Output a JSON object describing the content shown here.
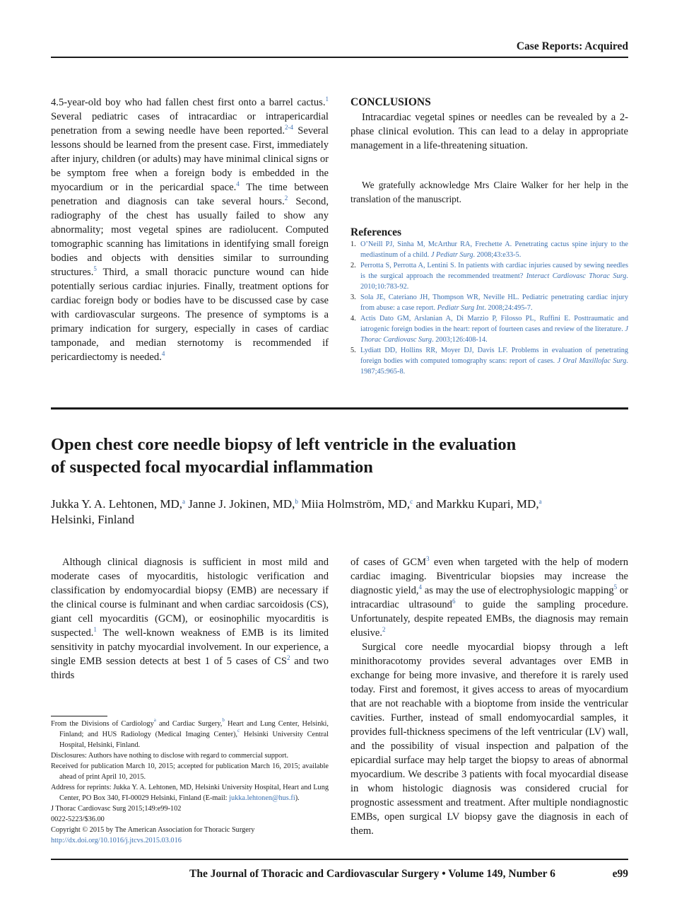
{
  "header": {
    "section": "Case Reports: Acquired"
  },
  "prev_article": {
    "left_column": [
      "4.5-year-old boy who had fallen chest first onto a barrel cactus.",
      " Several pediatric cases of intracardiac or intrapericardial penetration from a sewing needle have been reported.",
      " Several lessons should be learned from the present case. First, immediately after injury, children (or adults) may have minimal clinical signs or be symptom free when a foreign body is embedded in the myocardium or in the pericardial space.",
      " The time between penetration and diagnosis can take several hours.",
      " Second, radiography of the chest has usually failed to show any abnormality; most vegetal spines are radiolucent. Computed tomographic scanning has limitations in identifying small foreign bodies and objects with densities similar to surrounding structures.",
      " Third, a small thoracic puncture wound can hide potentially serious cardiac injuries. Finally, treatment options for cardiac foreign body or bodies have to be discussed case by case with cardiovascular surgeons. The presence of symptoms is a primary indication for surgery, especially in cases of cardiac tamponade, and median sternotomy is recommended if pericardiectomy is needed."
    ],
    "left_refs": [
      "1",
      "2-4",
      "4",
      "2",
      "5",
      "4"
    ],
    "conclusions_heading": "CONCLUSIONS",
    "conclusions_text": "Intracardiac vegetal spines or needles can be revealed by a 2-phase clinical evolution. This can lead to a delay in appropriate management in a life-threatening situation.",
    "acknowledgment": "We gratefully acknowledge Mrs Claire Walker for her help in the translation of the manuscript.",
    "references_heading": "References",
    "references": [
      {
        "num": "1.",
        "text": "O’Neill PJ, Sinha M, McArthur RA, Frechette A. Penetrating cactus spine injury to the mediastinum of a child. ",
        "journal": "J Pediatr Surg",
        "tail": ". 2008;43:e33-5."
      },
      {
        "num": "2.",
        "text": "Perrotta S, Perrotta A, Lentini S. In patients with cardiac injuries caused by sewing needles is the surgical approach the recommended treatment? ",
        "journal": "Interact Cardiovasc Thorac Surg",
        "tail": ". 2010;10:783-92."
      },
      {
        "num": "3.",
        "text": "Sola JE, Cateriano JH, Thompson WR, Neville HL. Pediatric penetrating cardiac injury from abuse: a case report. ",
        "journal": "Pediatr Surg Int",
        "tail": ". 2008;24:495-7."
      },
      {
        "num": "4.",
        "text": "Actis Dato GM, Arslanian A, Di Marzio P, Filosso PL, Ruffini E. Posttraumatic and iatrogenic foreign bodies in the heart: report of fourteen cases and review of the literature. ",
        "journal": "J Thorac Cardiovasc Surg",
        "tail": ". 2003;126:408-14."
      },
      {
        "num": "5.",
        "text": "Lydiatt DD, Hollins RR, Moyer DJ, Davis LF. Problems in evaluation of penetrating foreign bodies with computed tomography scans: report of cases. ",
        "journal": "J Oral Maxillofac Surg",
        "tail": ". 1987;45:965-8."
      }
    ]
  },
  "article": {
    "title_line1": "Open chest core needle biopsy of left ventricle in the evaluation",
    "title_line2": "of suspected focal myocardial inflammation",
    "authors": [
      {
        "name": "Jukka Y. A. Lehtonen, MD,",
        "aff": "a"
      },
      {
        "name": " Janne J. Jokinen, MD,",
        "aff": "b"
      },
      {
        "name": " Miia Holmström, MD,",
        "aff": "c"
      },
      {
        "name": " and Markku Kupari, MD,",
        "aff": "a"
      }
    ],
    "location": "Helsinki, Finland",
    "body_left": [
      "Although clinical diagnosis is sufficient in most mild and moderate cases of myocarditis, histologic verification and classification by endomyocardial biopsy (EMB) are necessary if the clinical course is fulminant and when cardiac sarcoidosis (CS), giant cell myocarditis (GCM), or eosinophilic myocarditis is suspected.",
      " The well-known weakness of EMB is its limited sensitivity in patchy myocardial involvement. In our experience, a single EMB session detects at best 1 of 5 cases of CS",
      " and two thirds"
    ],
    "body_left_refs": [
      "1",
      "2"
    ],
    "body_right_p1": [
      "of cases of GCM",
      " even when targeted with the help of modern cardiac imaging. Biventricular biopsies may increase the diagnostic yield,",
      " as may the use of electrophysiologic mapping",
      " or intracardiac ultrasound",
      " to guide the sampling procedure. Unfortunately, despite repeated EMBs, the diagnosis may remain elusive."
    ],
    "body_right_p1_refs": [
      "3",
      "4",
      "5",
      "6",
      "2"
    ],
    "body_right_p2": "Surgical core needle myocardial biopsy through a left minithoracotomy provides several advantages over EMB in exchange for being more invasive, and therefore it is rarely used today. First and foremost, it gives access to areas of myocardium that are not reachable with a bioptome from inside the ventricular cavities. Further, instead of small endomyocardial samples, it provides full-thickness specimens of the left ventricular (LV) wall, and the possibility of visual inspection and palpation of the epicardial surface may help target the biopsy to areas of abnormal myocardium. We describe 3 patients with focal myocardial disease in whom histologic diagnosis was considered crucial for prognostic assessment and treatment. After multiple nondiagnostic EMBs, open surgical LV biopsy gave the diagnosis in each of them."
  },
  "footnotes": {
    "affiliations": [
      "From the Divisions of Cardiology",
      " and Cardiac Surgery,",
      " Heart and Lung Center, Helsinki, Finland; and HUS Radiology (Medical Imaging Center),",
      " Helsinki University Central Hospital, Helsinki, Finland."
    ],
    "affiliation_marks": [
      "a",
      "b",
      "c"
    ],
    "disclosures": "Disclosures: Authors have nothing to disclose with regard to commercial support.",
    "received": "Received for publication March 10, 2015; accepted for publication March 16, 2015; available ahead of print April 10, 2015.",
    "address": "Address for reprints: Jukka Y. A. Lehtonen, MD, Helsinki University Hospital, Heart and Lung Center, PO Box 340, FI-00029 Helsinki, Finland (E-mail: ",
    "email": "jukka.lehtonen@hus.fi",
    "address_tail": ").",
    "citation": "J Thorac Cardiovasc Surg 2015;149:e99-102",
    "issn": "0022-5223/$36.00",
    "copyright": "Copyright © 2015 by The American Association for Thoracic Surgery",
    "doi": "http://dx.doi.org/10.1016/j.jtcvs.2015.03.016"
  },
  "footer": {
    "journal_line": "The Journal of Thoracic and Cardiovascular Surgery • Volume 149, Number 6",
    "page": "e99"
  }
}
